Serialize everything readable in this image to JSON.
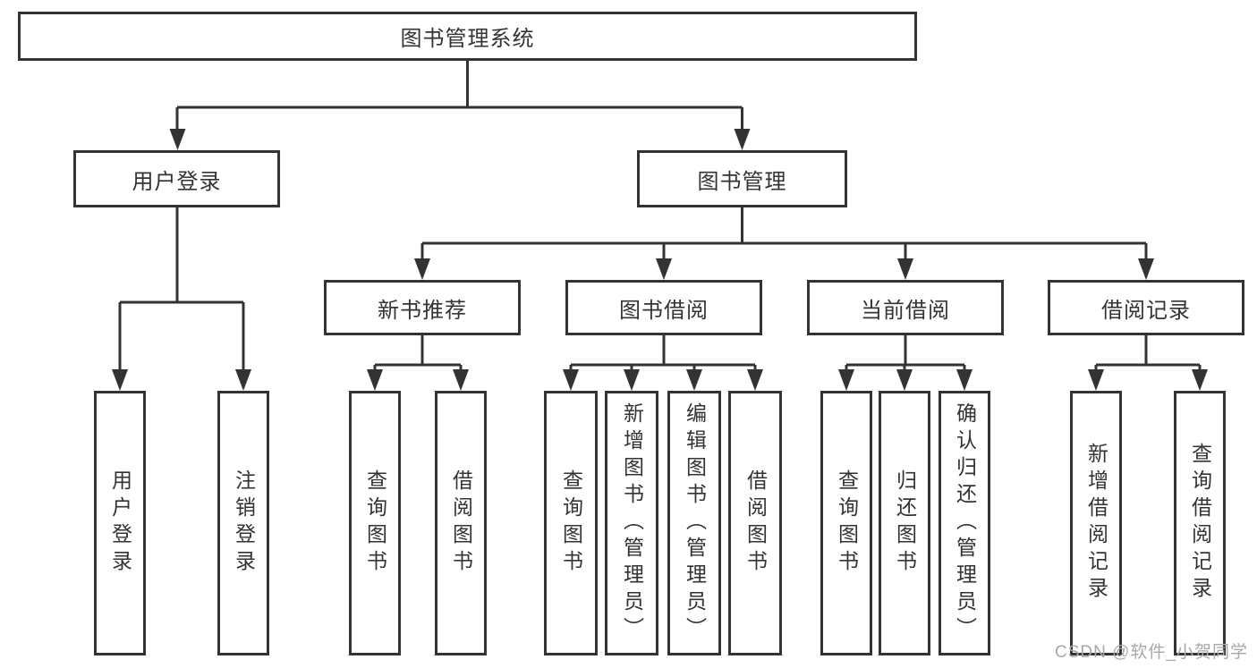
{
  "tree": {
    "root": {
      "label": "图书管理系统"
    },
    "branches": [
      {
        "label": "用户登录",
        "children": [
          {
            "label": "用户登录"
          },
          {
            "label": "注销登录"
          }
        ]
      },
      {
        "label": "图书管理",
        "children": [
          {
            "label": "新书推荐",
            "children": [
              {
                "label": "查询图书"
              },
              {
                "label": "借阅图书"
              }
            ]
          },
          {
            "label": "图书借阅",
            "children": [
              {
                "label": "查询图书"
              },
              {
                "label": "新增图书（管理员）"
              },
              {
                "label": "编辑图书（管理员）"
              },
              {
                "label": "借阅图书"
              }
            ]
          },
          {
            "label": "当前借阅",
            "children": [
              {
                "label": "查询图书"
              },
              {
                "label": "归还图书"
              },
              {
                "label": "确认归还（管理员）"
              }
            ]
          },
          {
            "label": "借阅记录",
            "children": [
              {
                "label": "新增借阅记录"
              },
              {
                "label": "查询借阅记录"
              }
            ]
          }
        ]
      }
    ]
  },
  "colors": {
    "line": "#333333",
    "box_border": "#333333",
    "text": "#333333",
    "background": "#ffffff",
    "watermark": "#a8a8a8"
  },
  "watermark": {
    "text": "CSDN @软件_小贺同学"
  }
}
